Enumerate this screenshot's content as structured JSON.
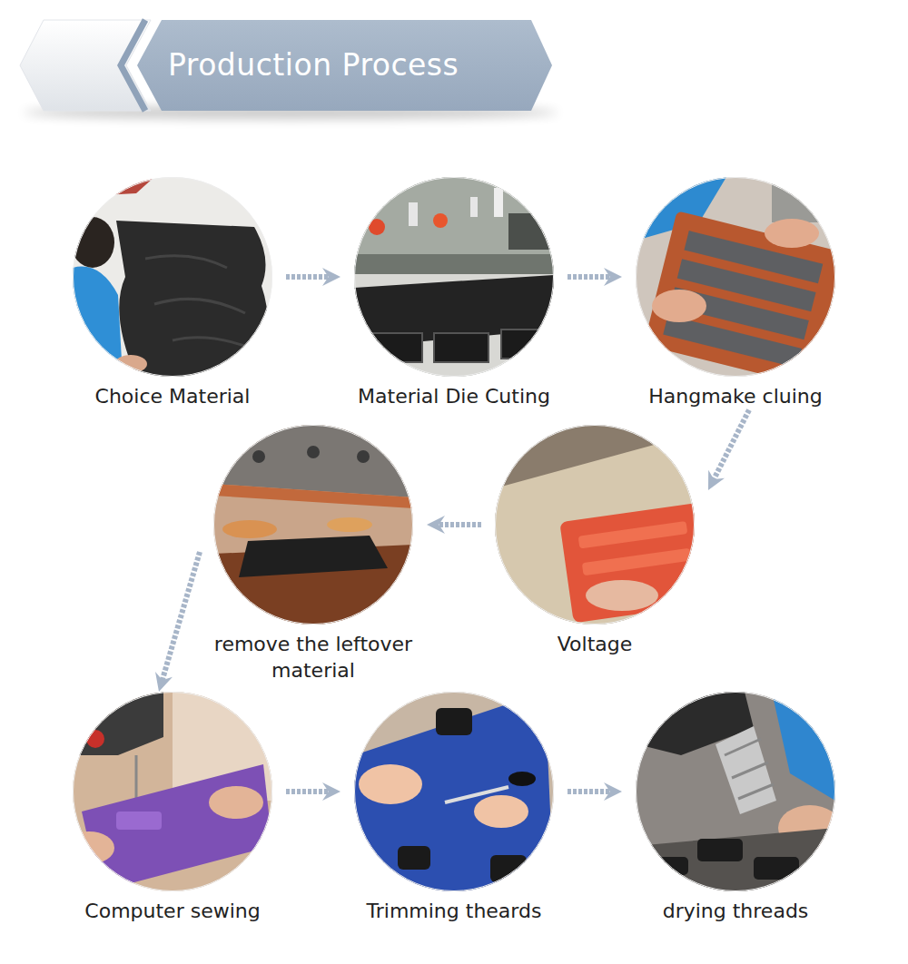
{
  "diagram": {
    "title": "Production Process",
    "nodes": [
      {
        "text": [
          "Choice Material"
        ]
      },
      {
        "text": [
          "Material Die Cuting"
        ]
      },
      {
        "text": [
          "Hangmake cluing"
        ]
      },
      {
        "text": [
          "Voltage"
        ]
      },
      {
        "text": [
          "remove the leftover material"
        ]
      },
      {
        "text": [
          "Computer sewing"
        ]
      },
      {
        "text": [
          "Trimming theards"
        ]
      },
      {
        "text": [
          "drying threads"
        ]
      }
    ],
    "edges": [
      {
        "from": 0,
        "to": 1,
        "arrow": "to"
      },
      {
        "from": 1,
        "to": 2,
        "arrow": "to"
      },
      {
        "from": 2,
        "to": 3,
        "arrow": "to"
      },
      {
        "from": 3,
        "to": 4,
        "arrow": "to"
      },
      {
        "from": 4,
        "to": 5,
        "arrow": "to"
      },
      {
        "from": 5,
        "to": 6,
        "arrow": "to"
      },
      {
        "from": 6,
        "to": 7,
        "arrow": "to"
      }
    ]
  }
}
